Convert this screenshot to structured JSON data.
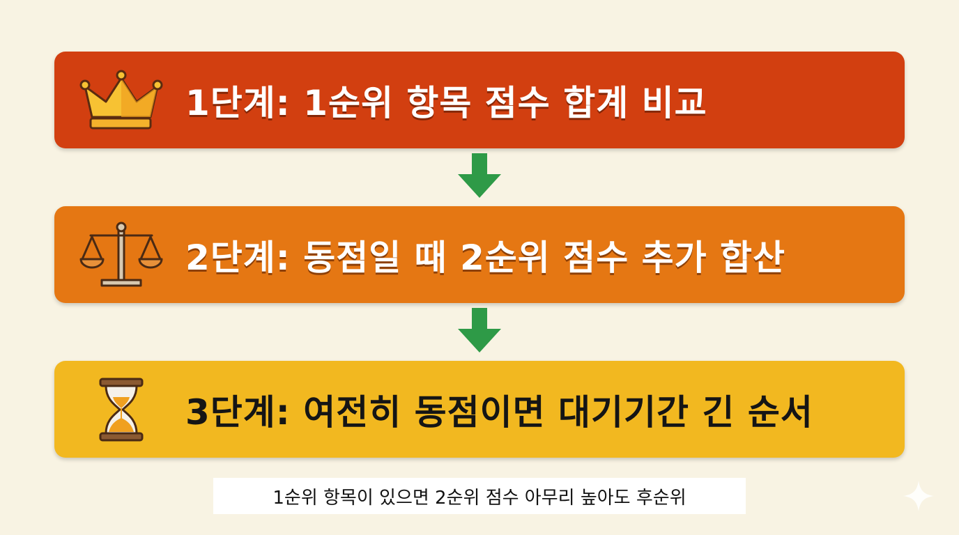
{
  "steps": [
    {
      "label": "1단계: 1순위 항목 점수 합계 비교",
      "icon": "crown-icon",
      "color": "#d23f10"
    },
    {
      "label": "2단계: 동점일 때 2순위 점수 추가 합산",
      "icon": "scale-icon",
      "color": "#e57713"
    },
    {
      "label": "3단계: 여전히 동점이면 대기기간 긴 순서",
      "icon": "hourglass-icon",
      "color": "#f2b820"
    }
  ],
  "arrow_color": "#2e9a47",
  "note": "1순위 항목이 있으면 2순위 점수 아무리 높아도 후순위"
}
